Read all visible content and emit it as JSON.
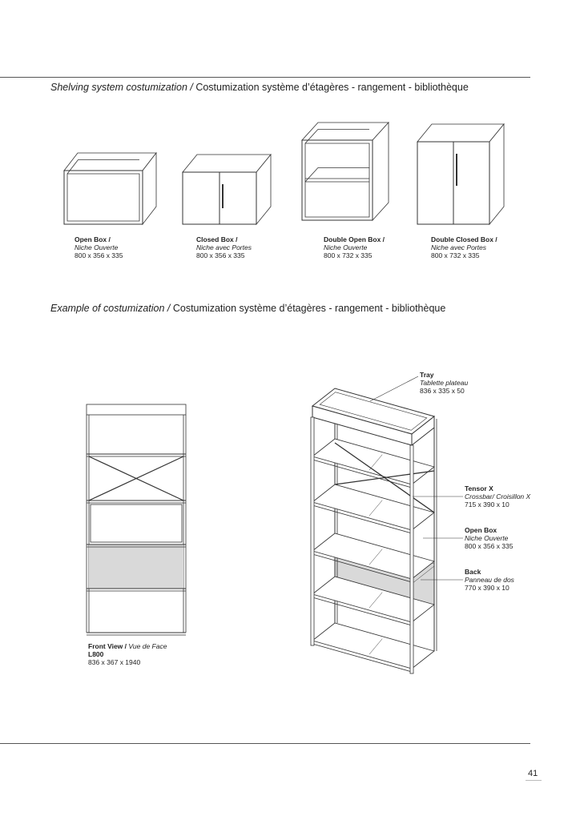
{
  "section1": {
    "title_italic": "Shelving system costumization /",
    "title_rest": " Costumization système d’étagères - rangement - bibliothèque"
  },
  "section2": {
    "title_italic": "Example of costumization /",
    "title_rest": " Costumization système d’étagères - rangement - bibliothèque"
  },
  "modules": [
    {
      "name": "Open Box /",
      "name_fr": "Niche Ouverte",
      "dims": "800 x 356 x 335"
    },
    {
      "name": "Closed Box /",
      "name_fr": "Niche avec Portes",
      "dims": "800 x 356 x 335"
    },
    {
      "name": "Double Open Box /",
      "name_fr": "Niche Ouverte",
      "dims": "800 x 732 x 335"
    },
    {
      "name": "Double Closed Box /",
      "name_fr": "Niche avec Portes",
      "dims": "800 x 732 x 335"
    }
  ],
  "front_view": {
    "label": "Front View /",
    "label_fr": "Vue de Face",
    "model": "L800",
    "dims": "836 x 367 x 1940"
  },
  "callouts": [
    {
      "name": "Tray",
      "name_fr": "Tablette plateau",
      "dims": "836 x 335 x 50"
    },
    {
      "name": "Tensor X",
      "name_fr": "Crossbar/ Croisillon X",
      "dims": "715 x 390 x 10"
    },
    {
      "name": "Open Box",
      "name_fr": "Niche Ouverte",
      "dims": "800 x 356 x 335"
    },
    {
      "name": "Back",
      "name_fr": "Panneau de dos",
      "dims": "770 x 390 x 10"
    }
  ],
  "page_number": "41",
  "colors": {
    "back_panel": "#d9d9d9",
    "line": "#333333"
  }
}
